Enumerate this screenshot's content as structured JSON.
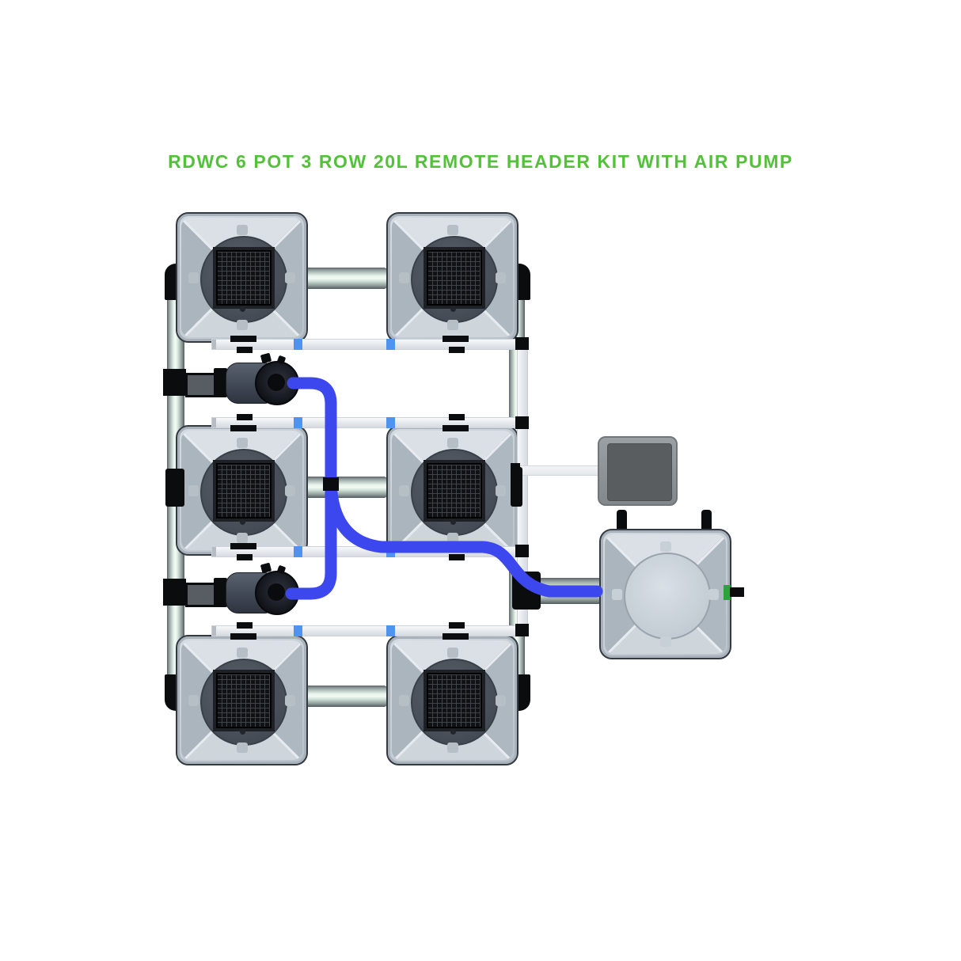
{
  "title": {
    "text": "RDWC 6 POT 3 ROW 20L REMOTE HEADER KIT WITH AIR PUMP"
  },
  "system": {
    "grow_pot_count": 6,
    "row_count": 3,
    "header_pot_count": 1,
    "water_pump_count": 2,
    "air_pump_count": 1
  },
  "colors": {
    "title-green": "#53c13a",
    "tube-blue": "#3c47ee",
    "band-blue": "#4f93f0",
    "pot-body": "#c7cfd7",
    "pipe-white": "#edeff3",
    "pipe-metal": "#cfe0d8",
    "fitting-black": "#0b0c0e",
    "air-pump-gray": "#595d60",
    "green-fitting": "#2ea33b"
  }
}
